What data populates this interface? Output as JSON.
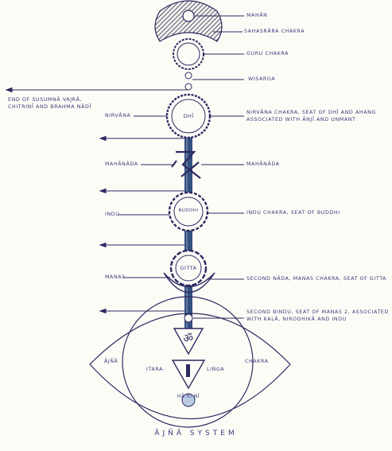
{
  "diagram": {
    "caption": "ĀJÑĀ SYSTEM",
    "right_labels": {
      "mahan": "MAHĀN",
      "sahasrara": "SAHASRĀRA CHAKRA",
      "guru": "GURU CHAKRA",
      "wisarga": "WISARGA",
      "nirvana_1": "NIRVĀNA CHAKRA, SEAT OF DHĪ AND AHANG",
      "nirvana_2": "ASSOCIATED WITH ĀNJĪ AND UNMANT",
      "mahanada": "MAHĀNĀDA",
      "indu": "INDU CHAKRA, SEAT OF BUDDHI",
      "second_nada": "SECOND NĀDA, MANAS CHAKRA, SEAT OF GITTA",
      "second_bindu_1": "SECOND BINDU, SEAT OF MANAS 2, ASSOCIATED",
      "second_bindu_2": "WITH KALĀ, NIRODHIKĀ AND INDU"
    },
    "left_labels": {
      "end_1": "END OF SUSUMNĀ VAJRĀ,",
      "end_2": "CHITRINĪ AND BRAHMA NĀDĪ",
      "nirvana": "NIRVĀNA",
      "mahanada": "MAHĀNĀDA",
      "indu": "INDU",
      "manas": "MANAS"
    },
    "inner_labels": {
      "dhi": "DHĪ",
      "buddhi": "BUDDHI",
      "gitta": "GITTA",
      "om": "ॐ",
      "ajna": "ĀJÑĀ",
      "chakra": "CHAKRA",
      "itara": "ITARA-",
      "linga": "LIṄGA",
      "hakini": "HĀ KI NĪ"
    }
  }
}
